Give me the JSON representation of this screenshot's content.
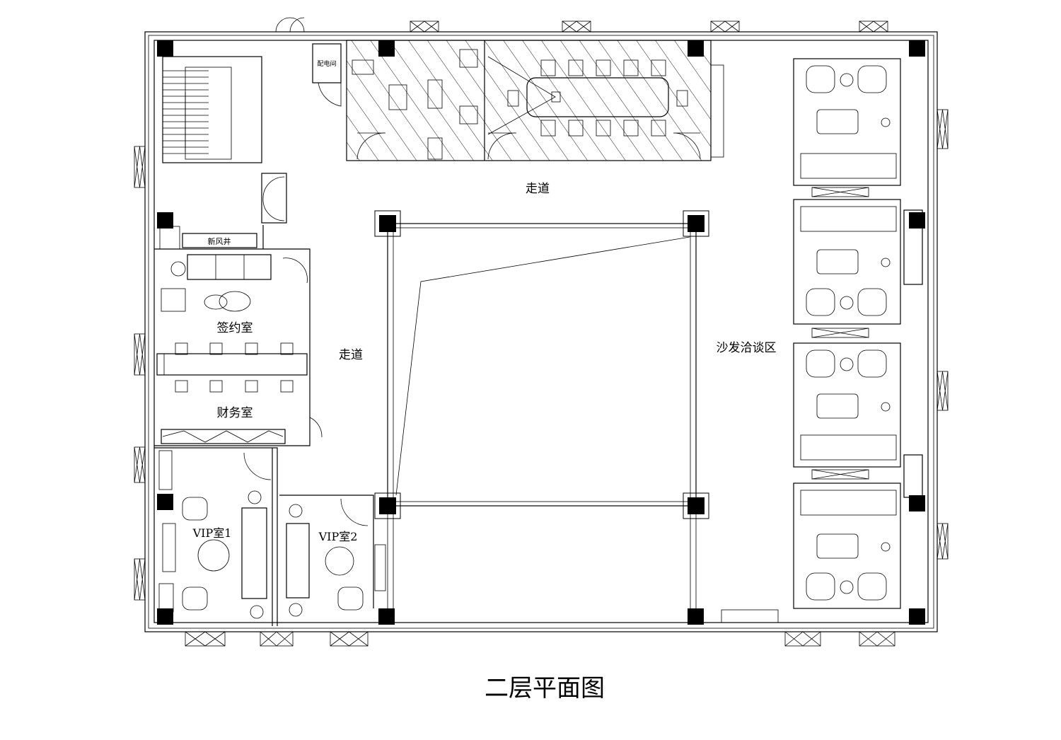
{
  "title": "二层平面图",
  "rooms": {
    "corridor_top": "走道",
    "corridor_left": "走道",
    "signing_room": "签约室",
    "finance_room": "财务室",
    "sofa_area": "沙发洽谈区",
    "vip1": "VIP室1",
    "vip2": "VIP室2",
    "fresh_air_shaft": "新风井",
    "power_room": "配电间"
  },
  "colors": {
    "line": "#000000",
    "background": "#ffffff"
  }
}
